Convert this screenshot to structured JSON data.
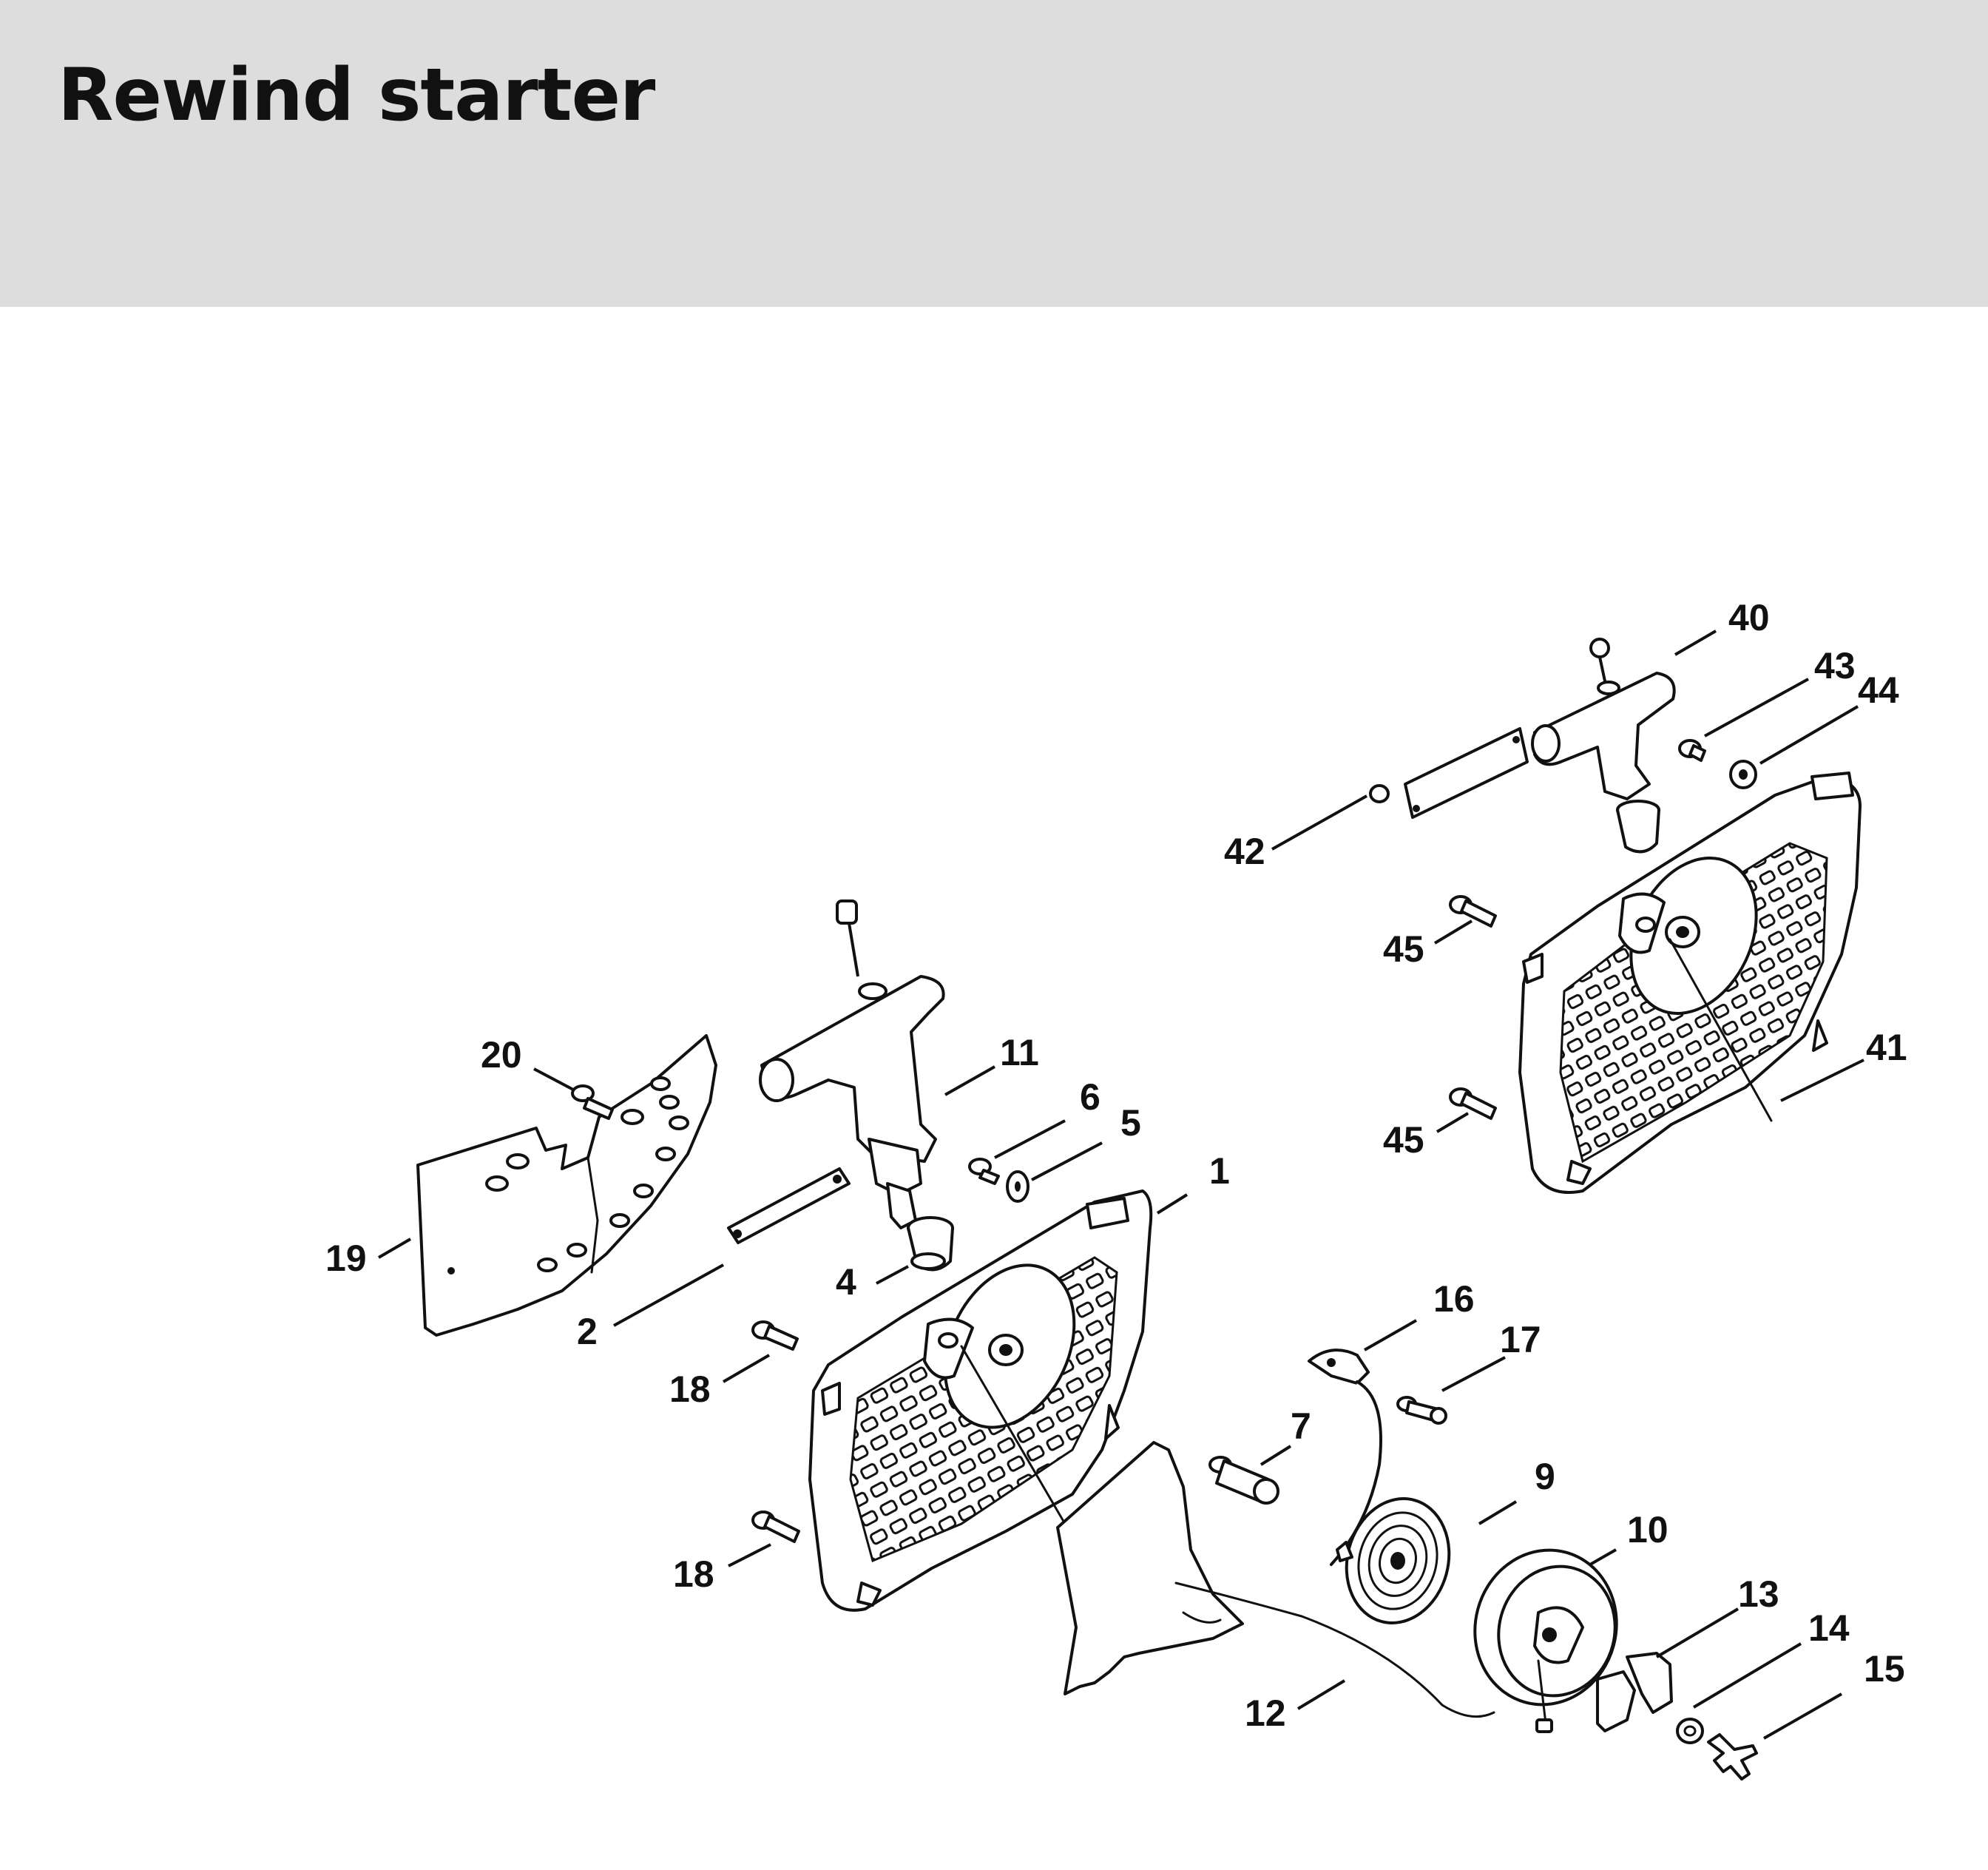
{
  "header": {
    "title": "Rewind starter",
    "background": "#dcdddc"
  },
  "callouts": [
    {
      "id": "c1",
      "label": "1"
    },
    {
      "id": "c2",
      "label": "2"
    },
    {
      "id": "c4",
      "label": "4"
    },
    {
      "id": "c5",
      "label": "5"
    },
    {
      "id": "c6",
      "label": "6"
    },
    {
      "id": "c7",
      "label": "7"
    },
    {
      "id": "c9",
      "label": "9"
    },
    {
      "id": "c10",
      "label": "10"
    },
    {
      "id": "c11",
      "label": "11"
    },
    {
      "id": "c12",
      "label": "12"
    },
    {
      "id": "c13",
      "label": "13"
    },
    {
      "id": "c14",
      "label": "14"
    },
    {
      "id": "c15",
      "label": "15"
    },
    {
      "id": "c16",
      "label": "16"
    },
    {
      "id": "c17",
      "label": "17"
    },
    {
      "id": "c18a",
      "label": "18"
    },
    {
      "id": "c18b",
      "label": "18"
    },
    {
      "id": "c19",
      "label": "19"
    },
    {
      "id": "c20",
      "label": "20"
    },
    {
      "id": "c40",
      "label": "40"
    },
    {
      "id": "c41",
      "label": "41"
    },
    {
      "id": "c42",
      "label": "42"
    },
    {
      "id": "c43",
      "label": "43"
    },
    {
      "id": "c44",
      "label": "44"
    },
    {
      "id": "c45a",
      "label": "45"
    },
    {
      "id": "c45b",
      "label": "45"
    }
  ]
}
